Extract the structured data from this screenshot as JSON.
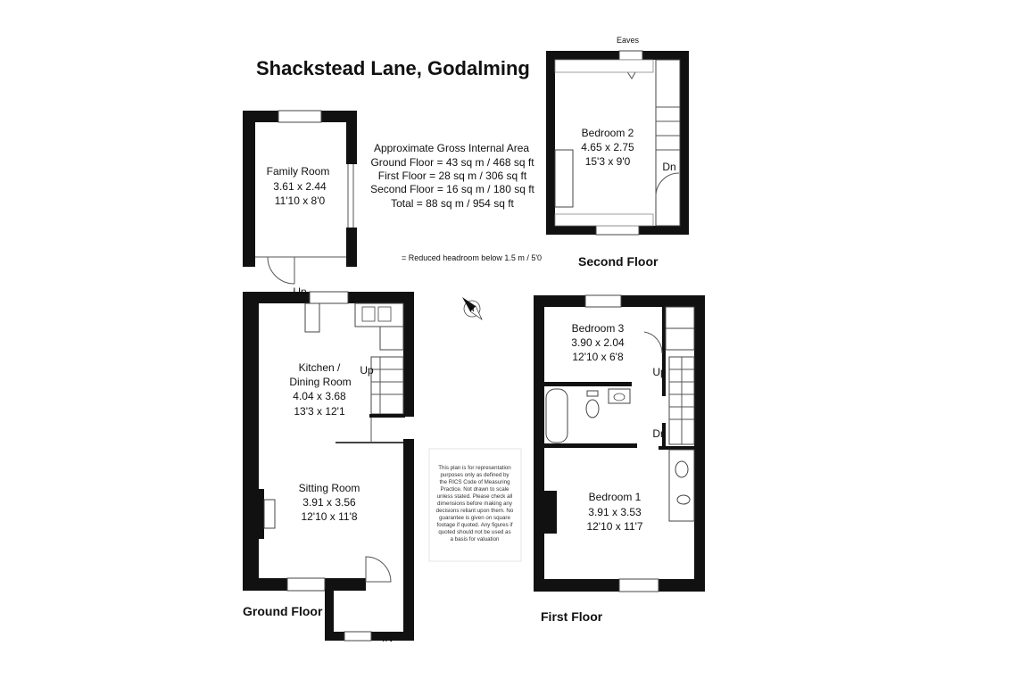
{
  "title": "Shackstead Lane, Godalming",
  "area": {
    "heading": "Approximate Gross Internal Area",
    "ground": "Ground Floor = 43 sq m / 468 sq ft",
    "first": "First Floor = 28 sq m / 306 sq ft",
    "second": "Second Floor = 16 sq m / 180 sq ft",
    "total": "Total = 88 sq m / 954 sq ft"
  },
  "headroom_note": "=  Reduced headroom below 1.5 m / 5'0",
  "disclaimer": [
    "This plan is for representation",
    "purposes only as defined by",
    "the RICS Code of Measuring",
    "Practice. Not drawn to scale",
    "unless stated. Please check all",
    "dimensions before making any",
    "decisions reliant upon them. No",
    "guarantee is given on square",
    "footage if quoted. Any figures if",
    "quoted should not be used as",
    "a basis for valuation"
  ],
  "floors": {
    "ground": "Ground Floor",
    "first": "First Floor",
    "second": "Second Floor"
  },
  "rooms": {
    "family": {
      "name": "Family Room",
      "metric": "3.61 x 2.44",
      "imperial": "11'10 x 8'0"
    },
    "kitchen": {
      "name1": "Kitchen /",
      "name2": "Dining Room",
      "metric": "4.04 x 3.68",
      "imperial": "13'3 x 12'1"
    },
    "sitting": {
      "name": "Sitting Room",
      "metric": "3.91 x 3.56",
      "imperial": "12'10 x 11'8"
    },
    "bedroom2": {
      "name": "Bedroom 2",
      "metric": "4.65 x 2.75",
      "imperial": "15'3 x 9'0"
    },
    "bedroom3": {
      "name": "Bedroom 3",
      "metric": "3.90 x 2.04",
      "imperial": "12'10 x 6'8"
    },
    "bedroom1": {
      "name": "Bedroom 1",
      "metric": "3.91 x 3.53",
      "imperial": "12'10 x 11'7"
    }
  },
  "markers": {
    "up": "Up",
    "dn": "Dn",
    "in": "IN",
    "eaves": "Eaves"
  },
  "compass": "N"
}
